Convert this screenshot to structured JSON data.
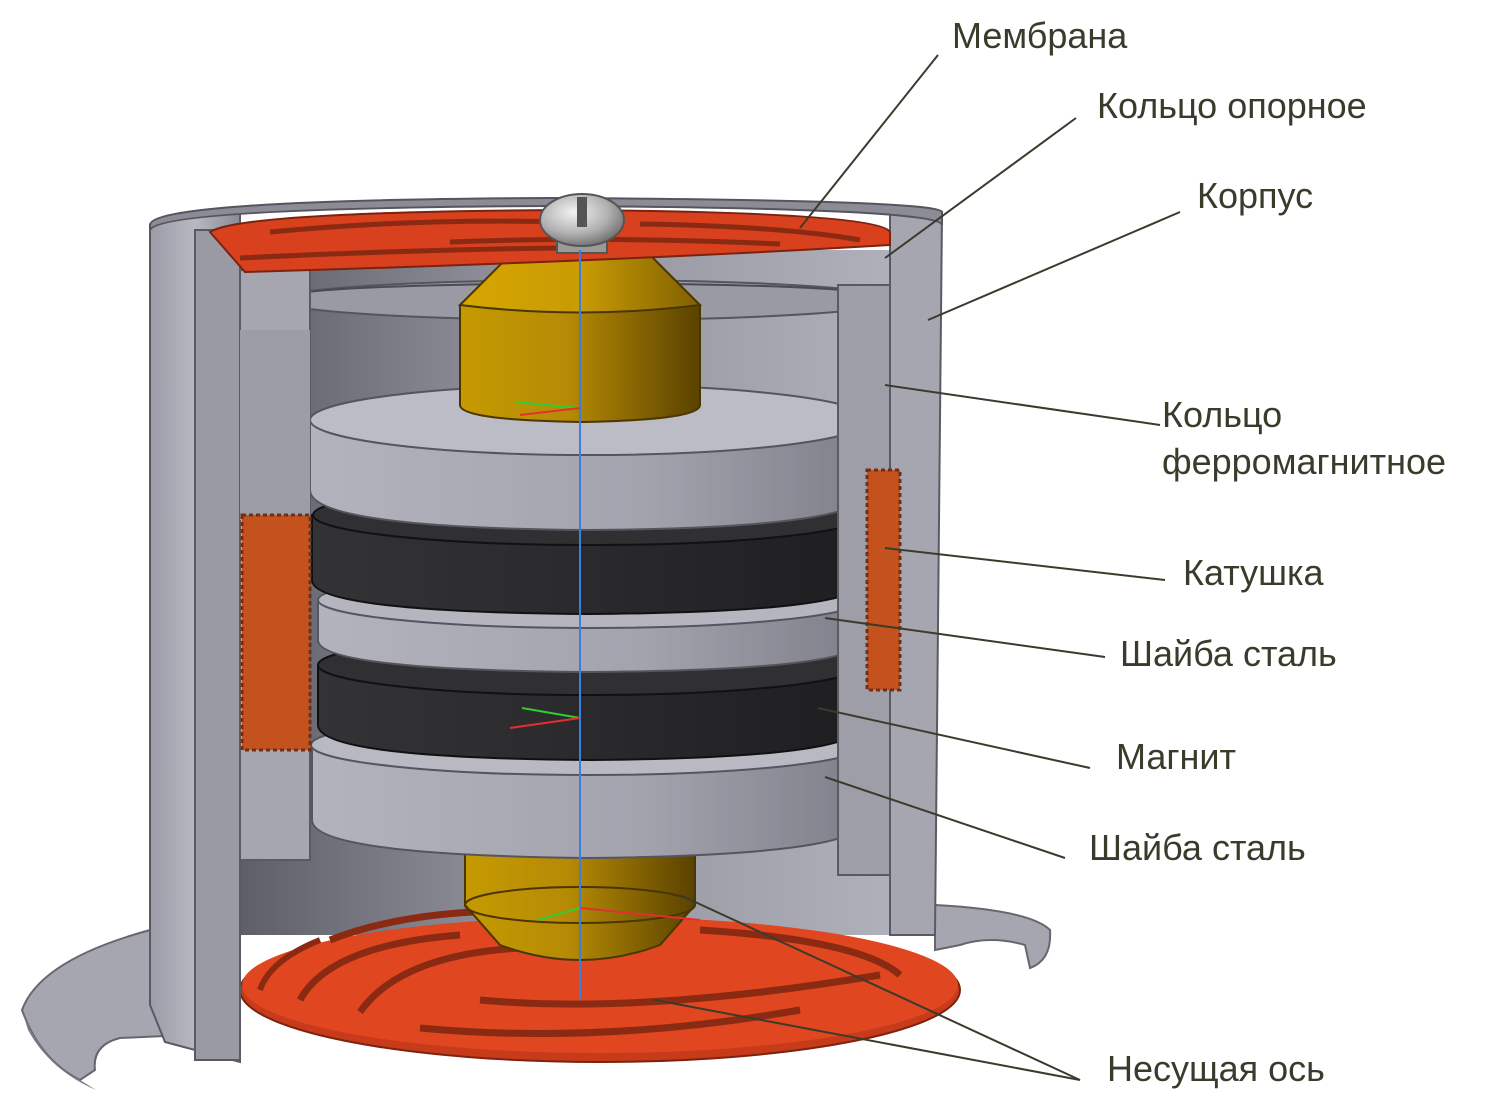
{
  "labels": {
    "membrana": "Мембрана",
    "koltso_opornoe": "Кольцо опорное",
    "korpus": "Корпус",
    "koltso_ferro_1": "Кольцо",
    "koltso_ferro_2": "ферромагнитное",
    "katushka": "Катушка",
    "shaiba_1": "Шайба сталь",
    "magnit": "Магнит",
    "shaiba_2": "Шайба сталь",
    "os": "Несущая ось"
  },
  "colors": {
    "housing": "#a3a3ad",
    "housing_dark": "#6f6f79",
    "membrane": "#d8401e",
    "coil": "#c4521e",
    "washer": "#a9a9b4",
    "magnet": "#2a2a2c",
    "axle": "#b88c00",
    "leader": "#3b3b2c"
  }
}
